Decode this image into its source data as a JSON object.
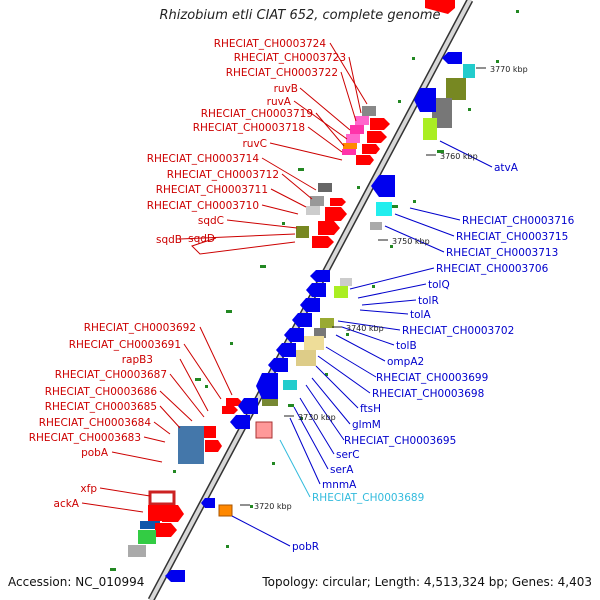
{
  "title": "Rhizobium etli CIAT 652, complete genome",
  "footer": {
    "accession": "Accession: NC_010994",
    "summary": "Topology: circular; Length: 4,513,324 bp; Genes: 4,403"
  },
  "colors": {
    "backbone": "#777777",
    "left_label": "#cc0000",
    "right_label": "#0000cc",
    "highlight_label": "#33bbdd",
    "forward_marker": "#ff0000",
    "reverse_marker": "#0000ee"
  },
  "ticks": [
    "3720 kbp",
    "3730 kbp",
    "3740 kbp",
    "3750 kbp",
    "3760 kbp",
    "3770 kbp"
  ],
  "left_labels": [
    "RHECIAT_CH0003724",
    "RHECIAT_CH0003723",
    "RHECIAT_CH0003722",
    "ruvB",
    "ruvA",
    "RHECIAT_CH0003719",
    "RHECIAT_CH0003718",
    "ruvC",
    "RHECIAT_CH0003714",
    "RHECIAT_CH0003712",
    "RHECIAT_CH0003711",
    "RHECIAT_CH0003710",
    "sqdC",
    "sqdB",
    "sqdD",
    "RHECIAT_CH0003692",
    "RHECIAT_CH0003691",
    "rapB3",
    "RHECIAT_CH0003687",
    "RHECIAT_CH0003686",
    "RHECIAT_CH0003685",
    "RHECIAT_CH0003684",
    "RHECIAT_CH0003683",
    "pobA",
    "xfp",
    "ackA"
  ],
  "right_labels": [
    "atvA",
    "RHECIAT_CH0003716",
    "RHECIAT_CH0003715",
    "RHECIAT_CH0003713",
    "RHECIAT_CH0003706",
    "tolQ",
    "tolR",
    "tolA",
    "RHECIAT_CH0003702",
    "tolB",
    "ompA2",
    "RHECIAT_CH0003699",
    "RHECIAT_CH0003698",
    "ftsH",
    "glmM",
    "RHECIAT_CH0003695",
    "serC",
    "serA",
    "mnmA",
    "RHECIAT_CH0003689",
    "pobR"
  ]
}
